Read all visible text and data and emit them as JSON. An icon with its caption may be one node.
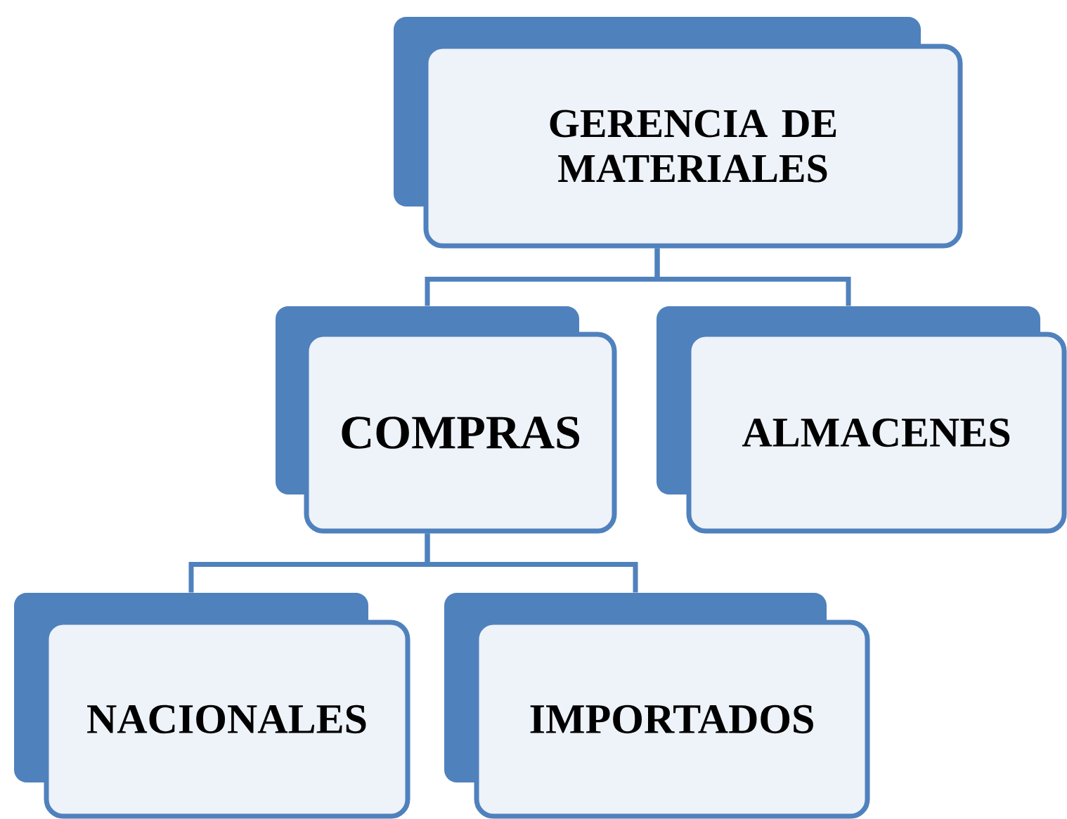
{
  "diagram": {
    "nodes": [
      {
        "text": [
          "GERENCIA DE MATERIALES"
        ]
      },
      {
        "text": [
          "COMPRAS"
        ]
      },
      {
        "text": [
          "ALMACENES"
        ]
      },
      {
        "text": [
          "NACIONALES"
        ]
      },
      {
        "text": [
          "IMPORTADOS"
        ]
      }
    ],
    "edges": [
      {
        "from": 0,
        "to": 1,
        "arrow": "none"
      },
      {
        "from": 0,
        "to": 2,
        "arrow": "none"
      },
      {
        "from": 1,
        "to": 3,
        "arrow": "none"
      },
      {
        "from": 1,
        "to": 4,
        "arrow": "none"
      }
    ]
  }
}
